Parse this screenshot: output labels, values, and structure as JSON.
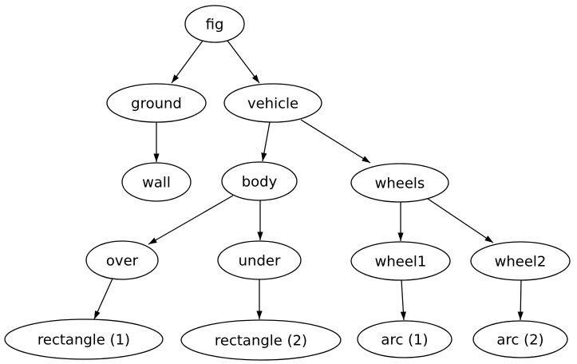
{
  "diagram": {
    "type": "directed-tree",
    "background_color": "#ffffff",
    "node_fill_color": "#ffffff",
    "node_border_color": "#000000",
    "edge_color": "#000000",
    "text_color": "#000000",
    "nodes": {
      "fig": {
        "label": "fig"
      },
      "ground": {
        "label": "ground"
      },
      "vehicle": {
        "label": "vehicle"
      },
      "wall": {
        "label": "wall"
      },
      "body": {
        "label": "body"
      },
      "wheels": {
        "label": "wheels"
      },
      "over": {
        "label": "over"
      },
      "under": {
        "label": "under"
      },
      "wheel1": {
        "label": "wheel1"
      },
      "wheel2": {
        "label": "wheel2"
      },
      "rectangle1": {
        "label": "rectangle (1)"
      },
      "rectangle2": {
        "label": "rectangle (2)"
      },
      "arc1": {
        "label": "arc (1)"
      },
      "arc2": {
        "label": "arc (2)"
      }
    },
    "edges": [
      {
        "from": "fig",
        "to": "ground"
      },
      {
        "from": "fig",
        "to": "vehicle"
      },
      {
        "from": "ground",
        "to": "wall"
      },
      {
        "from": "vehicle",
        "to": "body"
      },
      {
        "from": "vehicle",
        "to": "wheels"
      },
      {
        "from": "body",
        "to": "over"
      },
      {
        "from": "body",
        "to": "under"
      },
      {
        "from": "wheels",
        "to": "wheel1"
      },
      {
        "from": "wheels",
        "to": "wheel2"
      },
      {
        "from": "over",
        "to": "rectangle1"
      },
      {
        "from": "under",
        "to": "rectangle2"
      },
      {
        "from": "wheel1",
        "to": "arc1"
      },
      {
        "from": "wheel2",
        "to": "arc2"
      }
    ]
  }
}
